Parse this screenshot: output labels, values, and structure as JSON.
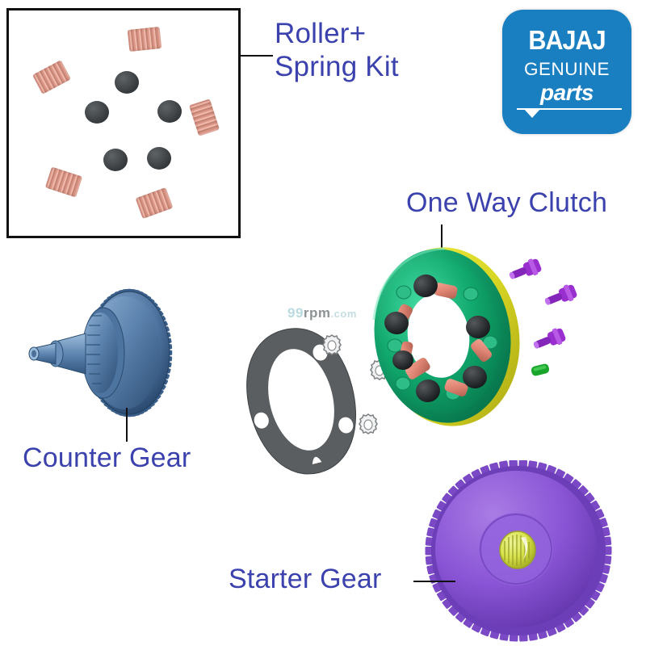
{
  "background_color": "#ffffff",
  "accent_color": "#3b41ad",
  "leader_color": "#111111",
  "kit_box": {
    "name": "roller-spring-kit-box",
    "border_color": "#111111",
    "spring_count": 5,
    "roller_count": 5,
    "spring_color": "#d98e7e",
    "roller_color": "#3a3e41"
  },
  "callouts": {
    "roller_spring_kit": {
      "line1": "Roller+",
      "line2": "Spring Kit",
      "color": "#3b41ad"
    },
    "one_way_clutch": {
      "label": "One Way Clutch",
      "color": "#3b41ad"
    },
    "counter_gear": {
      "label": "Counter Gear",
      "color": "#3b41ad"
    },
    "starter_gear": {
      "label": "Starter Gear",
      "color": "#3b41ad"
    }
  },
  "logo": {
    "name": "bajaj-genuine-parts-logo",
    "brand": "BAJAJ",
    "line2": "GENUINE",
    "line3": "parts",
    "background_color": "#1a7fc1",
    "text_color": "#ffffff"
  },
  "watermark": {
    "prefix": "99",
    "middle": "rpm",
    "suffix": ".com"
  },
  "parts": {
    "counter_gear": {
      "name": "counter-gear",
      "color": "#5b82ad",
      "teeth": 64
    },
    "gasket_plate": {
      "name": "gasket-plate",
      "color": "#5a5e60",
      "hole_count": 4
    },
    "star_washers": {
      "name": "star-washer",
      "count": 3,
      "color": "#8d9295"
    },
    "one_way_clutch": {
      "name": "one-way-clutch",
      "body_color": "#15a06a",
      "rim_color": "#e2e02a",
      "roller_color": "#2b2f31",
      "spring_color": "#e08878",
      "roller_count": 6
    },
    "bolts": {
      "name": "clutch-bolt",
      "count": 3,
      "color": "#9a2fd0"
    },
    "dowel_pin": {
      "name": "dowel-pin",
      "color": "#19a52b"
    },
    "starter_gear": {
      "name": "starter-gear",
      "color": "#8a55d6",
      "hub_color": "#d8e24a",
      "teeth": 58
    }
  }
}
